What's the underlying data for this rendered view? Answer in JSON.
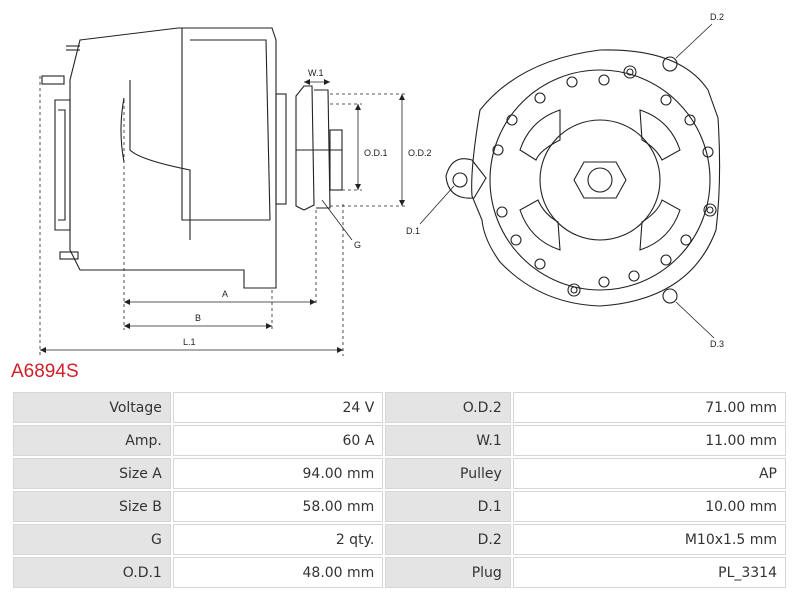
{
  "drawing": {
    "labels": {
      "w1": "W.1",
      "od1": "O.D.1",
      "od2": "O.D.2",
      "g": "G",
      "a": "A",
      "b": "B",
      "l1": "L.1",
      "d1": "D.1",
      "d2": "D.2",
      "d3": "D.3"
    }
  },
  "product": {
    "code": "A6894S"
  },
  "specs": [
    {
      "label": "Voltage",
      "value": "24 V",
      "label2": "O.D.2",
      "value2": "71.00 mm"
    },
    {
      "label": "Amp.",
      "value": "60 A",
      "label2": "W.1",
      "value2": "11.00 mm"
    },
    {
      "label": "Size A",
      "value": "94.00 mm",
      "label2": "Pulley",
      "value2": "AP"
    },
    {
      "label": "Size B",
      "value": "58.00 mm",
      "label2": "D.1",
      "value2": "10.00 mm"
    },
    {
      "label": "G",
      "value": "2 qty.",
      "label2": "D.2",
      "value2": "M10x1.5 mm"
    },
    {
      "label": "O.D.1",
      "value": "48.00 mm",
      "label2": "Plug",
      "value2": "PL_3314"
    }
  ]
}
